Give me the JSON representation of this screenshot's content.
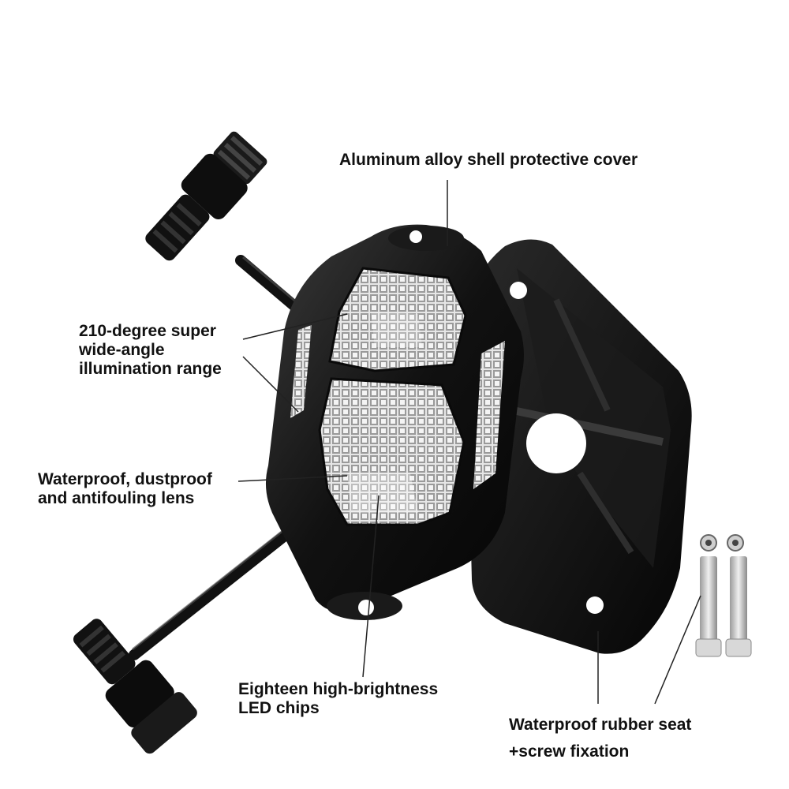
{
  "annotations": {
    "aluminum_shell": [
      "Aluminum alloy shell protective cover"
    ],
    "illumination_range": [
      "210-degree super",
      "wide-angle",
      "illumination range"
    ],
    "lens": [
      "Waterproof, dustproof",
      "and antifouling lens"
    ],
    "led_chips": [
      "Eighteen high-brightness",
      "LED chips"
    ],
    "rubber_seat": [
      "Waterproof rubber seat",
      "+screw fixation"
    ]
  },
  "colors": {
    "background": "#ffffff",
    "housing": "#121212",
    "lens": "#d9d9d9",
    "leader_line": "#222222",
    "text": "#111111",
    "metal": "#c8c8c8"
  }
}
